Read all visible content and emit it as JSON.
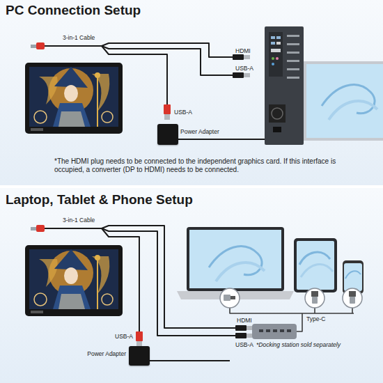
{
  "diagram": {
    "title": "PC Connection Setup",
    "nodes": [
      {
        "text": [
          "Power Adapter"
        ]
      },
      {
        "text": [
          "Power Adapter"
        ]
      }
    ],
    "labels": [
      "3-in-1 Cable",
      "HDMI",
      "USB-A",
      "USB-A",
      "*The HDMI plug needs to be connected to the independent graphics card. If this interface is occupied, a converter (DP to HDMI) needs to be connected.",
      "Laptop, Tablet & Phone Setup",
      "3-in-1 Cable",
      "USB-A",
      "HDMI",
      "USB-A",
      "Type-C",
      "*Docking station sold separately"
    ]
  }
}
